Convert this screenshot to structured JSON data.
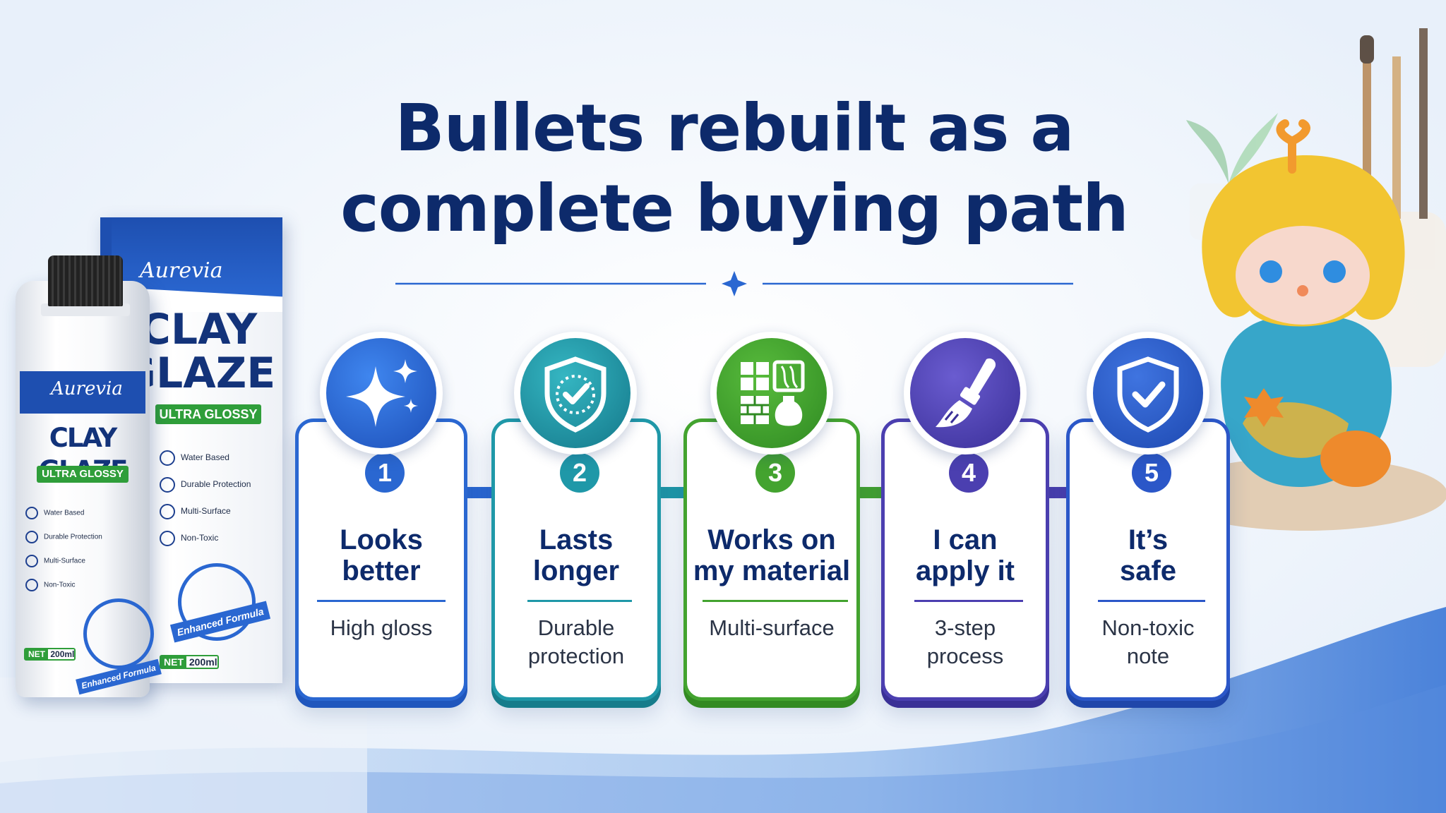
{
  "headline": {
    "line1": "Bullets rebuilt as a",
    "line2": "complete buying path"
  },
  "colors": {
    "navy": "#0d2a6b",
    "blue": "#2a67d1",
    "teal": "#1f98a8",
    "green": "#43a32f",
    "indigo": "#4b3fb0",
    "royal": "#2b57c8"
  },
  "steps": [
    {
      "number": "1",
      "title1": "Looks",
      "title2": "better",
      "sub1": "High gloss",
      "sub2": "",
      "icon": "sparkle-icon"
    },
    {
      "number": "2",
      "title1": "Lasts",
      "title2": "longer",
      "sub1": "Durable",
      "sub2": "protection",
      "icon": "shield-check-icon"
    },
    {
      "number": "3",
      "title1": "Works on",
      "title2": "my material",
      "sub1": "Multi-surface",
      "sub2": "",
      "icon": "surfaces-icon"
    },
    {
      "number": "4",
      "title1": "I can",
      "title2": "apply it",
      "sub1": "3-step",
      "sub2": "process",
      "icon": "brush-icon"
    },
    {
      "number": "5",
      "title1": "It’s",
      "title2": "safe",
      "sub1": "Non-toxic",
      "sub2": "note",
      "icon": "shield-check-icon"
    }
  ],
  "product": {
    "brand": "Aurevia",
    "box_title1": "CLAY",
    "box_title2": "GLAZE",
    "bottle_title": "CLAY GLAZE",
    "tag": "ULTRA GLOSSY",
    "features": [
      "Water Based",
      "Durable Protection",
      "Multi-Surface",
      "Non-Toxic"
    ],
    "ribbon": "Enhanced Formula",
    "net_label": "NET",
    "net_value": "200ml"
  }
}
